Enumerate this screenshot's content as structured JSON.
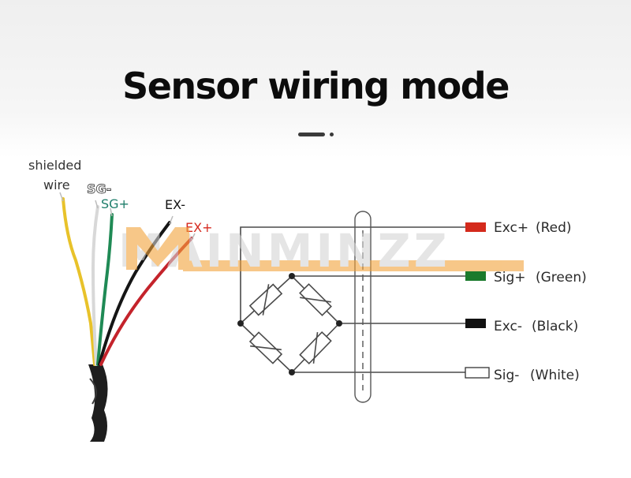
{
  "title": "Sensor wiring mode",
  "watermark": "MAINMINZZ",
  "wire_labels": {
    "shielded_line1": "shielded",
    "shielded_line2": "wire",
    "sg_minus": "SG-",
    "sg_plus": "SG+",
    "ex_minus": "EX-",
    "ex_plus": "EX+"
  },
  "terminals": [
    {
      "name": "Exc+",
      "color_name": "(Red)",
      "swatch": "#d42a1c"
    },
    {
      "name": "Sig+",
      "color_name": "(Green)",
      "swatch": "#1a7a2c"
    },
    {
      "name": "Exc-",
      "color_name": "(Black)",
      "swatch": "#111111"
    },
    {
      "name": "Sig-",
      "color_name": "(White)",
      "swatch": "#ffffff"
    }
  ],
  "colors": {
    "yellow_wire": "#e8c22a",
    "white_wire": "#d8d8d8",
    "green_wire": "#1f8a55",
    "black_wire": "#151515",
    "red_wire": "#c4232b",
    "sg_plus_label": "#1d7d6a",
    "ex_plus_label": "#d62a1f",
    "watermark_orange": "#f2a23a"
  }
}
